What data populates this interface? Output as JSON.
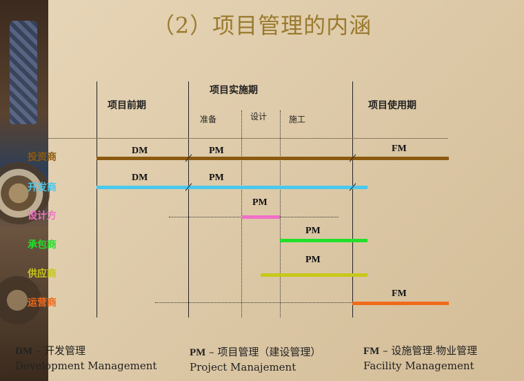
{
  "title": "（2）项目管理的内涵",
  "phases": {
    "pre": "项目前期",
    "impl": "项目实施期",
    "use": "项目使用期",
    "sub_prep": "准备",
    "sub_design": "设计",
    "sub_build": "施工"
  },
  "parties": [
    {
      "name": "投资商",
      "color": "#8b5a10",
      "labels": [
        "DM",
        "PM",
        "FM"
      ]
    },
    {
      "name": "开发商",
      "color": "#4ac8ee",
      "labels": [
        "DM",
        "PM"
      ]
    },
    {
      "name": "设计方",
      "color": "#f070c8",
      "labels": [
        "PM"
      ]
    },
    {
      "name": "承包商",
      "color": "#22e02a",
      "labels": [
        "PM"
      ]
    },
    {
      "name": "供应商",
      "color": "#c8c81a",
      "labels": [
        "PM"
      ]
    },
    {
      "name": "运营商",
      "color": "#f06a1a",
      "labels": [
        "FM"
      ]
    }
  ],
  "legend": {
    "dm_abbr": "DM",
    "dm_cn": " – 开发管理",
    "dm_en": "Development Management",
    "pm_abbr": "PM",
    "pm_cn": " – 项目管理（建设管理）",
    "pm_en": "Project  Manajement",
    "fm_abbr": "FM",
    "fm_cn": " – 设施管理.物业管理",
    "fm_en": "Facility  Management"
  }
}
